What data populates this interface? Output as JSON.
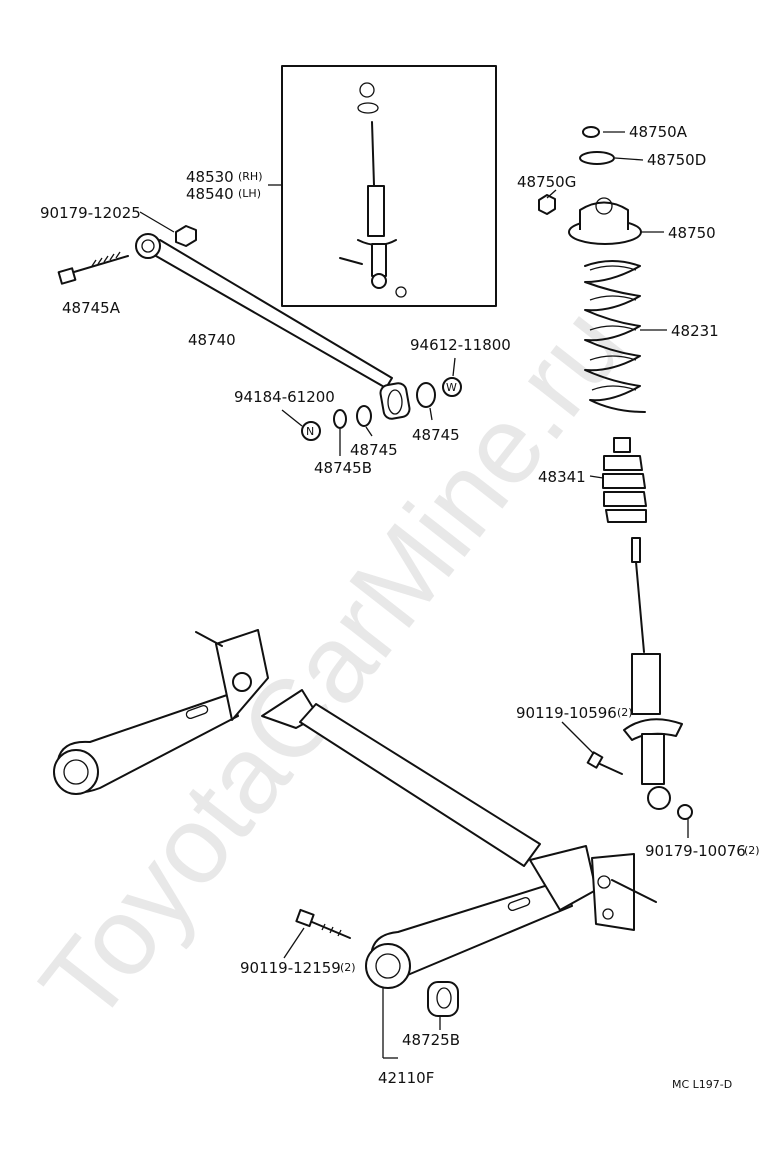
{
  "watermark": "ToyotaCarMine.ru",
  "diagram_code": "MC L197-D",
  "callouts": {
    "p48530": "48530",
    "p48530_side": "(RH)",
    "p48540": "48540",
    "p48540_side": "(LH)",
    "p90179_12025": "90179-12025",
    "p48745A": "48745A",
    "p48740": "48740",
    "p94612_11800": "94612-11800",
    "p94184_61200": "94184-61200",
    "p48745_a": "48745",
    "p48745_b": "48745",
    "p48745B": "48745B",
    "p48750A": "48750A",
    "p48750D": "48750D",
    "p48750G": "48750G",
    "p48750": "48750",
    "p48231": "48231",
    "p48341": "48341",
    "p90119_10596": "90119-10596",
    "p90119_10596_qty": "(2)",
    "p90179_10076": "90179-10076",
    "p90179_10076_qty": "(2)",
    "p90119_12159": "90119-12159",
    "p90119_12159_qty": "(2)",
    "p48725B": "48725B",
    "p42110F": "42110F"
  },
  "markers": {
    "nut_w": "W",
    "nut_n": "N"
  }
}
